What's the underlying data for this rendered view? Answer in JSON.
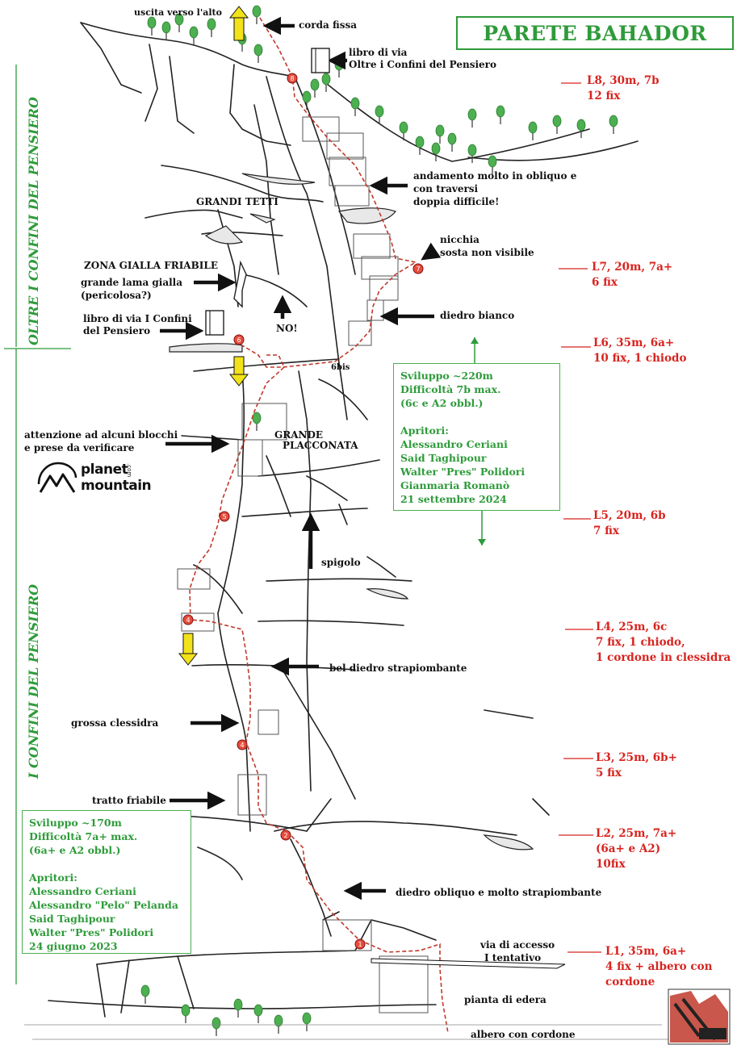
{
  "title": "PARETE BAHADOR",
  "colors": {
    "green": "#2e9b3a",
    "red": "#d8241f",
    "route": "#c0392b",
    "arrow": "#111111",
    "yellow": "#f2e21a"
  },
  "side_labels": {
    "upper": "OLTRE I CONFINI DEL PENSIERO",
    "lower": "I CONFINI DEL PENSIERO"
  },
  "annotations": {
    "uscita": "uscita verso l'alto",
    "corda_fissa": "corda fissa",
    "libro_via_top_1": "libro di via",
    "libro_via_top_2": "Oltre i Confini del Pensiero",
    "grandi_tetti": "GRANDI TETTI",
    "obliquo_1": "andamento molto in obliquo e",
    "obliquo_2": "con traversi",
    "obliquo_3": "doppia difficile!",
    "nicchia_1": "nicchia",
    "nicchia_2": "sosta non visibile",
    "zona_gialla": "ZONA GIALLA FRIABILE",
    "lama_1": "grande lama gialla",
    "lama_2": "(pericolosa?)",
    "libro_via_mid_1": "libro di via I Confini",
    "libro_via_mid_2": "del Pensiero",
    "no": "NO!",
    "diedro_bianco": "diedro bianco",
    "attenzione_1": "attenzione ad alcuni blocchi",
    "attenzione_2": "e prese da verificare",
    "grande_1": "GRANDE",
    "grande_2": "PLACCONATA",
    "spigolo": "spigolo",
    "bel_diedro": "bel diedro strapiombante",
    "grossa_clessidra": "grossa clessidra",
    "tratto_friabile": "tratto friabile",
    "diedro_obliquo": "diedro obliquo e  molto strapiombante",
    "accesso_1": "via di accesso",
    "accesso_2": "I tentativo",
    "edera": "pianta di edera",
    "albero": "albero con cordone",
    "bis": "6bis"
  },
  "pitches": [
    {
      "id": "L8",
      "lines": [
        "L8, 30m, 7b",
        "12 fix"
      ]
    },
    {
      "id": "L7",
      "lines": [
        "L7, 20m, 7a+",
        "6 fix"
      ]
    },
    {
      "id": "L6",
      "lines": [
        "L6, 35m, 6a+",
        "10 fix, 1 chiodo"
      ]
    },
    {
      "id": "L5",
      "lines": [
        "L5, 20m, 6b",
        "7 fix"
      ]
    },
    {
      "id": "L4",
      "lines": [
        "L4, 25m, 6c",
        "7 fix, 1 chiodo,",
        "1 cordone in clessidra"
      ]
    },
    {
      "id": "L3",
      "lines": [
        "L3, 25m, 6b+",
        "5 fix"
      ]
    },
    {
      "id": "L2",
      "lines": [
        "L2, 25m, 7a+",
        "(6a+ e A2)",
        "10fix"
      ]
    },
    {
      "id": "L1",
      "lines": [
        "L1, 35m, 6a+",
        "4 fix + albero con",
        "cordone"
      ]
    }
  ],
  "info_upper": [
    "Sviluppo ~220m",
    "Difficoltà 7b max.",
    "(6c e A2 obbl.)",
    "",
    "Apritori:",
    "Alessandro Ceriani",
    "Said Taghipour",
    "Walter \"Pres\" Polidori",
    "Gianmaria Romanò",
    "21 settembre 2024"
  ],
  "info_lower": [
    "Sviluppo ~170m",
    "Difficoltà 7a+ max.",
    "(6a+ e A2 obbl.)",
    "",
    "Apritori:",
    "Alessandro Ceriani",
    "Alessandro \"Pelo\" Pelanda",
    "Said Taghipour",
    "Walter \"Pres\" Polidori",
    "24 giugno 2023"
  ],
  "belays": [
    "1",
    "2",
    "3",
    "4",
    "5",
    "6",
    "7",
    "8"
  ],
  "logo": {
    "line1": "planet",
    "line2": "mountain",
    "suffix": ".com"
  }
}
